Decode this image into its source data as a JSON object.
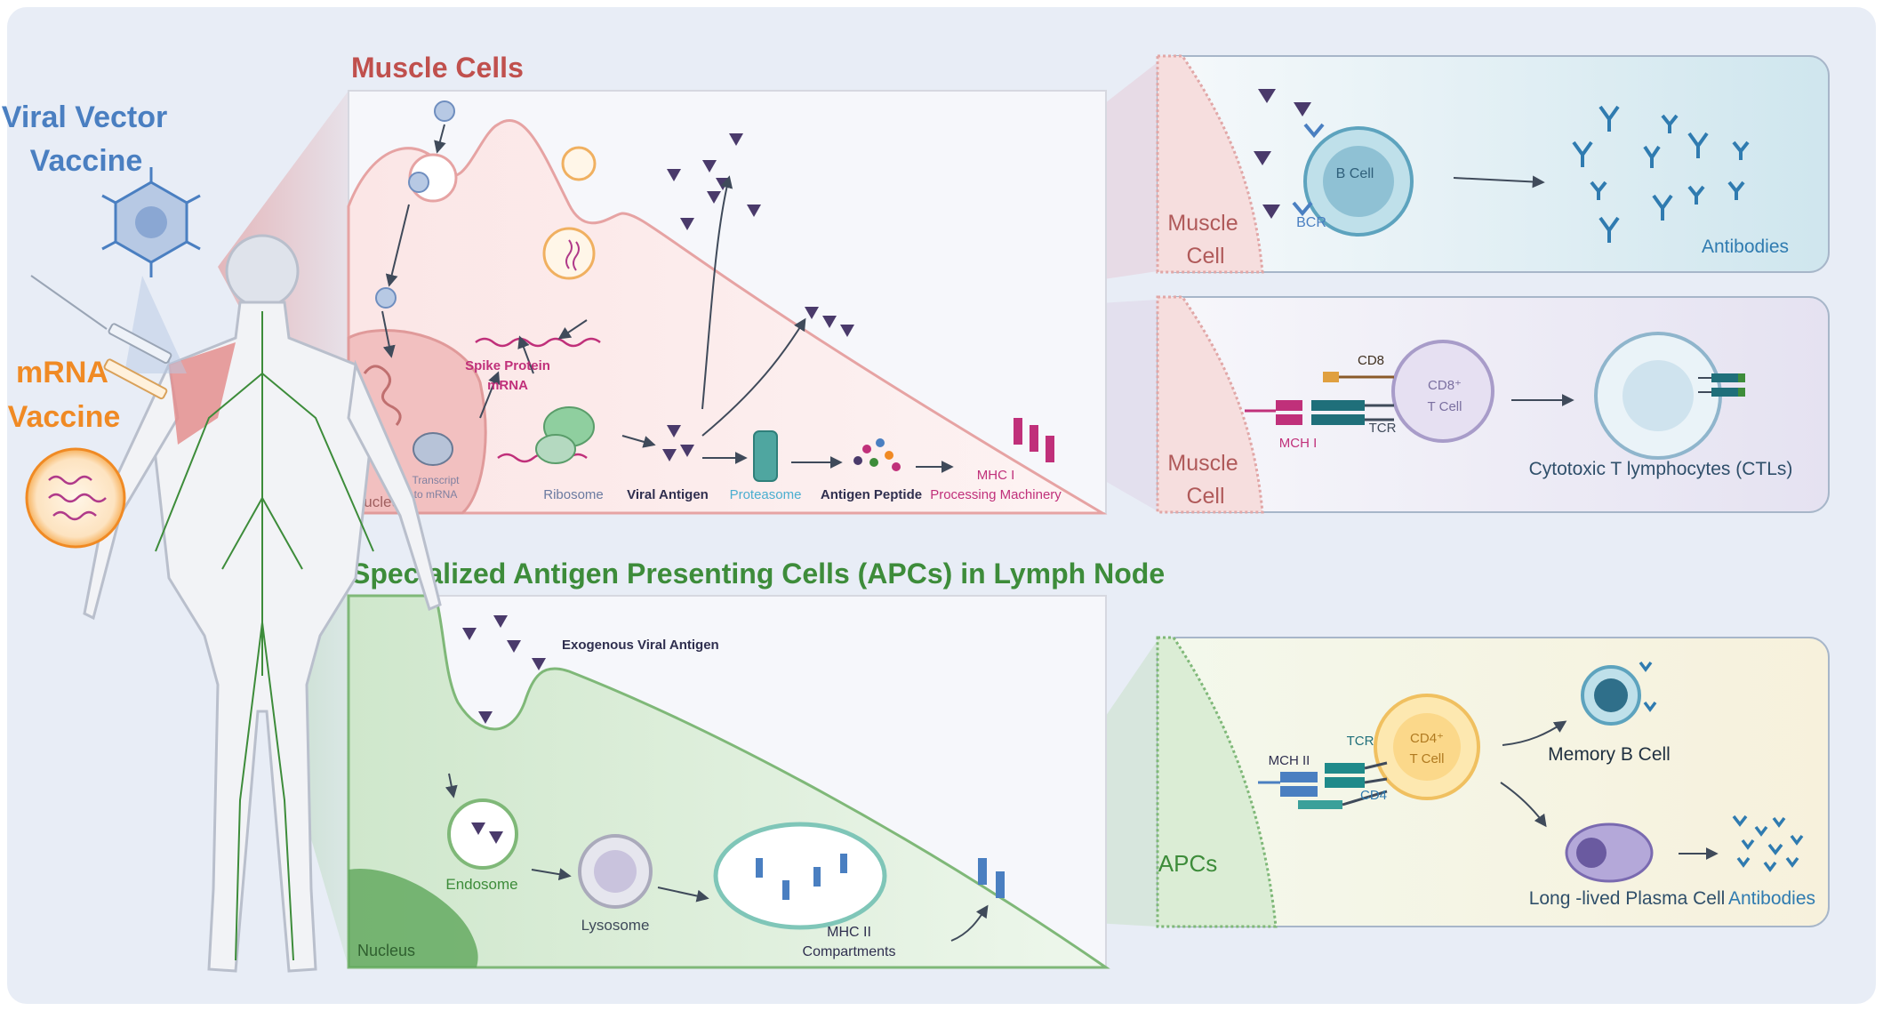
{
  "vaccines": {
    "viral_vector_line1": "Viral Vector",
    "viral_vector_line2": "Vaccine",
    "mrna_line1": "mRNA",
    "mrna_line2": "Vaccine"
  },
  "muscle_panel": {
    "title": "Muscle Cells",
    "nucleus": "Nucleus",
    "transcript_line1": "Transcript",
    "transcript_line2": "to mRNA",
    "spike_line1": "Spike Protein",
    "spike_line2": "mRNA",
    "ribosome": "Ribosome",
    "viral_antigen": "Viral Antigen",
    "proteasome": "Proteasome",
    "antigen_peptide": "Antigen Peptide",
    "mhc_line1": "MHC I",
    "mhc_line2": "Processing Machinery"
  },
  "apc_panel": {
    "title": "Specialized Antigen Presenting Cells (APCs) in Lymph Node",
    "exogenous": "Exogenous Viral Antigen",
    "endosome": "Endosome",
    "lysosome": "Lysosome",
    "mhc2_line1": "MHC II",
    "mhc2_line2": "Compartments",
    "nucleus": "Nucleus"
  },
  "bcell_box": {
    "cell_line1": "Muscle",
    "cell_line2": "Cell",
    "b_cell": "B Cell",
    "bcr": "BCR",
    "antibodies": "Antibodies"
  },
  "tcell_box": {
    "cell_line1": "Muscle",
    "cell_line2": "Cell",
    "cd8": "CD8",
    "cd8_cell_line1": "CD8⁺",
    "cd8_cell_line2": "T Cell",
    "tcr": "TCR",
    "mch1": "MCH I",
    "ctl": "Cytotoxic T lymphocytes (CTLs)"
  },
  "apc_box": {
    "apcs": "APCs",
    "mch2": "MCH II",
    "tcr": "TCR",
    "cd4": "CD4",
    "cd4_cell_line1": "CD4⁺",
    "cd4_cell_line2": "T Cell",
    "memory_b": "Memory B Cell",
    "plasma": "Long -lived Plasma Cell",
    "antibodies": "Antibodies"
  },
  "colors": {
    "muscle_red": "#c0504d",
    "apc_green": "#3d8c3a",
    "viral_blue": "#4a7fc1",
    "mrna_orange": "#f08a24",
    "antigen_purple": "#4a3a6b",
    "mhc_magenta": "#c0307a",
    "antibody_blue": "#2f7bb0"
  }
}
